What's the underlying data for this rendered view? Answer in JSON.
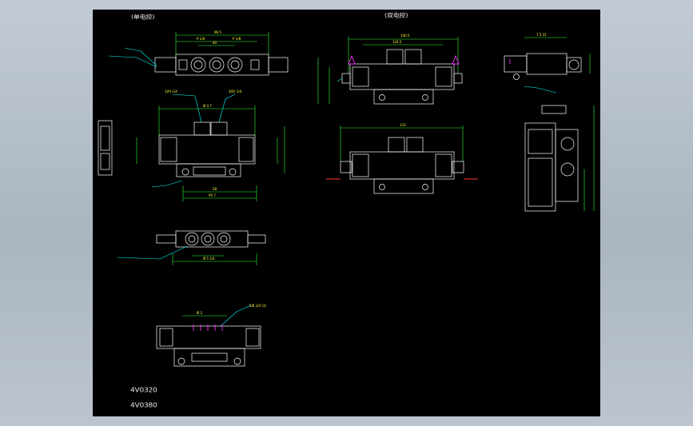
{
  "view_labels": {
    "left": "(单电控)",
    "right": "(双电控)"
  },
  "model_labels": [
    "4V0320",
    "4V0380"
  ],
  "colors": {
    "background": "#000000",
    "window": "#b4bec9",
    "outline": "#ffffff",
    "dimension": "#33ff33",
    "dimension_text": "#ffff33",
    "leader": "#00ffff",
    "marker": "#ff33ff",
    "pipe": "#ff3333"
  }
}
